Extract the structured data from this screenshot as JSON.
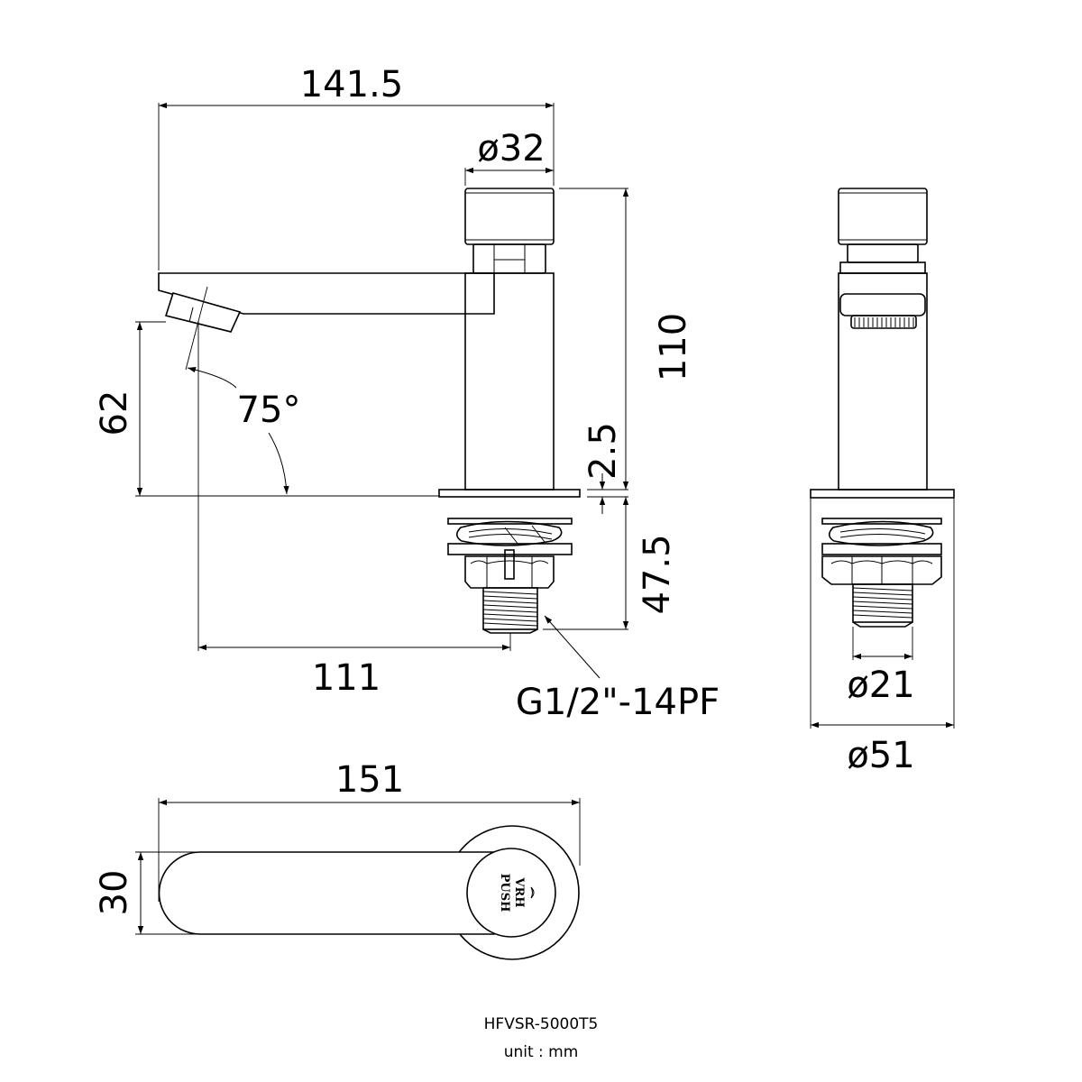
{
  "dimensions": {
    "total_length": "141.5",
    "button_diameter": "ø32",
    "height": "110",
    "spout_height": "62",
    "angle": "75°",
    "plate_thickness": "2.5",
    "shank_length": "47.5",
    "reach": "111",
    "thread": "G1/2\"-14PF",
    "shank_diameter": "ø21",
    "base_diameter": "ø51",
    "top_length": "151",
    "top_width": "30"
  },
  "logo": {
    "brand": "VRH",
    "button_label": "PUSH"
  },
  "footer": {
    "model": "HFVSR-5000T5",
    "unit": "unit : mm"
  }
}
